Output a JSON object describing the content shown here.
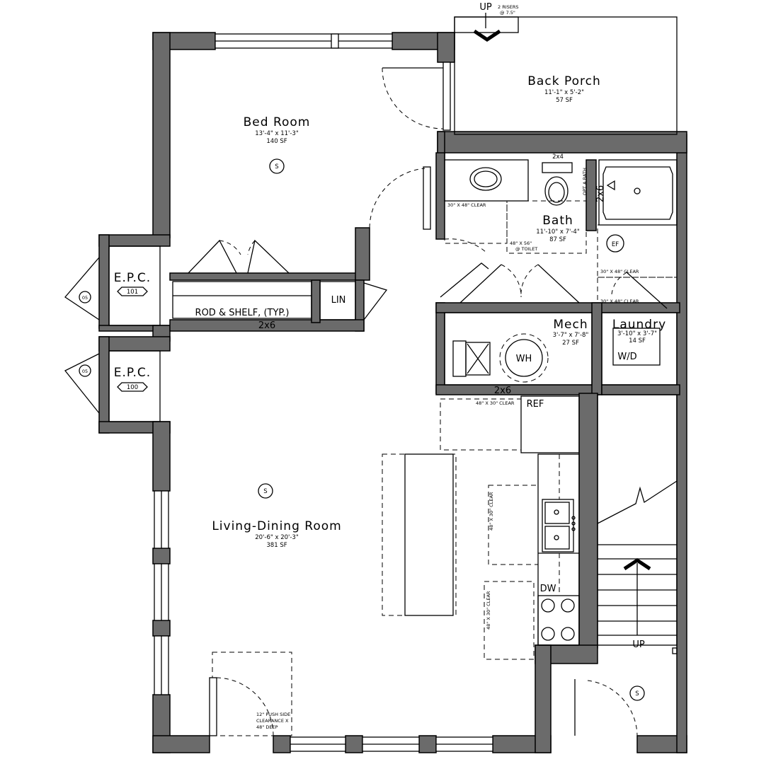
{
  "rooms": {
    "back_porch": {
      "name": "Back Porch",
      "dims": "11'-1\" x 5'-2\"",
      "area": "57 SF"
    },
    "bed_room": {
      "name": "Bed Room",
      "dims": "13'-4\" x 11'-3\"",
      "area": "140 SF"
    },
    "bath": {
      "name": "Bath",
      "dims": "11'-10\" x 7'-4\"",
      "area": "87 SF"
    },
    "mech": {
      "name": "Mech",
      "dims": "3'-7\" x 7'-8\"",
      "area": "27 SF"
    },
    "laundry": {
      "name": "Laundry",
      "dims": "3'-10\" x 3'-7\"",
      "area": "14 SF"
    },
    "living": {
      "name": "Living-Dining Room",
      "dims": "20'-6\" x 20'-3\"",
      "area": "381 SF"
    }
  },
  "stair_top": {
    "up": "UP",
    "note1": "2 RISERS",
    "note2": "@ 7.5\""
  },
  "stair_main": {
    "up": "UP"
  },
  "epc": [
    {
      "label": "E.P.C.",
      "number": "101",
      "tag": "05"
    },
    {
      "label": "E.P.C.",
      "number": "100",
      "tag": "05"
    }
  ],
  "labels": {
    "rod_shelf": "ROD & SHELF, (TYP.)",
    "lin": "LIN",
    "wall_2x6_a": "2x6",
    "wall_2x6_b": "2x6",
    "wall_2x4": "2x4",
    "wall_2x6_bath": "2x6",
    "opt_a_bath": "OPT A BATH",
    "ef": "EF",
    "wh": "WH",
    "wd": "W/D",
    "ref": "REF",
    "dw": "DW",
    "smoke": "S"
  },
  "clearances": {
    "sink": "30\" X 48\" CLEAR",
    "toilet1": "48\" X 56\"",
    "toilet2": "@ TOILET",
    "tub1": "30\" X 48\" CLEAR",
    "tub2": "30\" X 48\" CLEAR",
    "ref": "48\" X 30\" CLEAR",
    "kitchen1": "48\" X 30\" CLEAR",
    "kitchen2": "48\" X 30\" CLEAR",
    "door1": "12\" PUSH SIDE",
    "door2": "CLEARANCE X",
    "door3": "48\" DEEP"
  }
}
